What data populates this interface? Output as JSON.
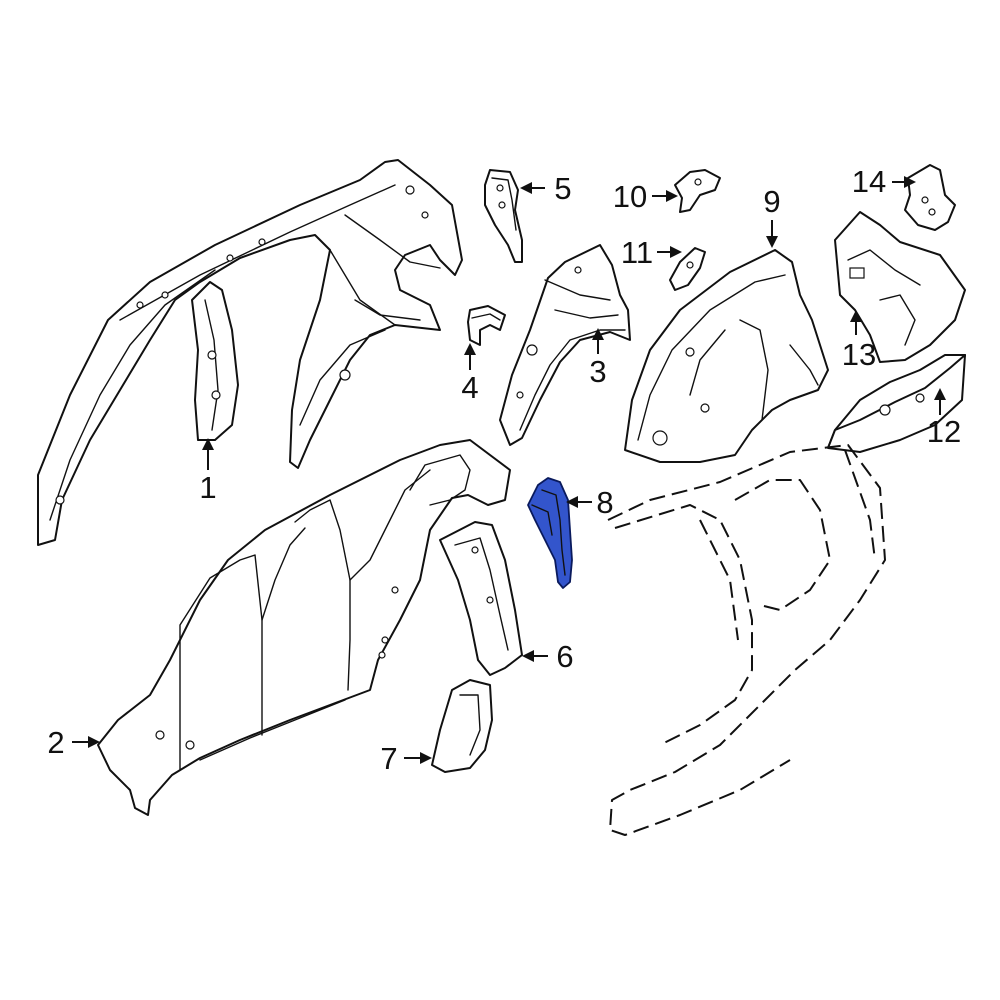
{
  "diagram": {
    "highlight_color": "#3355cc",
    "callouts": [
      {
        "id": "1",
        "label": "1"
      },
      {
        "id": "2",
        "label": "2"
      },
      {
        "id": "3",
        "label": "3"
      },
      {
        "id": "4",
        "label": "4"
      },
      {
        "id": "5",
        "label": "5"
      },
      {
        "id": "6",
        "label": "6"
      },
      {
        "id": "7",
        "label": "7"
      },
      {
        "id": "8",
        "label": "8",
        "highlighted": true
      },
      {
        "id": "9",
        "label": "9"
      },
      {
        "id": "10",
        "label": "10"
      },
      {
        "id": "11",
        "label": "11"
      },
      {
        "id": "12",
        "label": "12"
      },
      {
        "id": "13",
        "label": "13"
      },
      {
        "id": "14",
        "label": "14"
      }
    ]
  }
}
